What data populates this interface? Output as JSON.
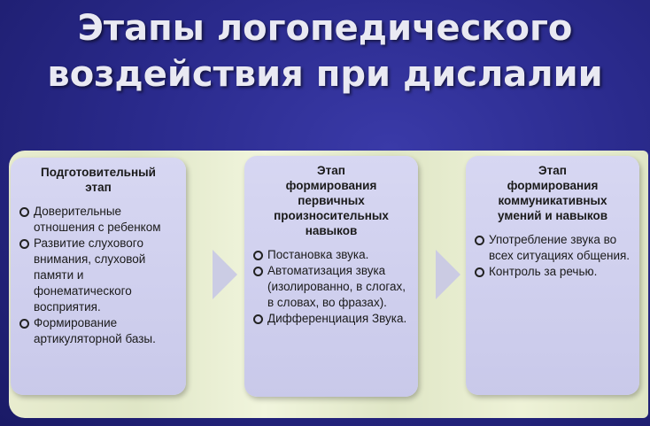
{
  "title_line1": "Этапы логопедического",
  "title_line2": "воздействия при дислалии",
  "stages": [
    {
      "title": [
        "Подготовительный",
        "этап"
      ],
      "items": [
        "Доверительные отношения с ребенком",
        "Развитие слухового внимания, слуховой памяти и фонематического восприятия.",
        "Формирование артикуляторной базы."
      ]
    },
    {
      "title": [
        "Этап",
        "формирования",
        "первичных",
        "произносительных",
        "навыков"
      ],
      "items": [
        "Постановка звука.",
        "Автоматизация звука (изолированно, в слогах, в словах, во фразах).",
        "Дифференциация Звука."
      ]
    },
    {
      "title": [
        "Этап",
        "формирования",
        "коммуникативных",
        "умений и навыков"
      ],
      "items": [
        "Употребление звука во всех ситуациях общения.",
        "Контроль за речью."
      ]
    }
  ],
  "colors": {
    "background": "#2a2a8c",
    "card": "#d0d0ee",
    "band": "#e6ebcf",
    "title_text": "#e9e9f2"
  }
}
